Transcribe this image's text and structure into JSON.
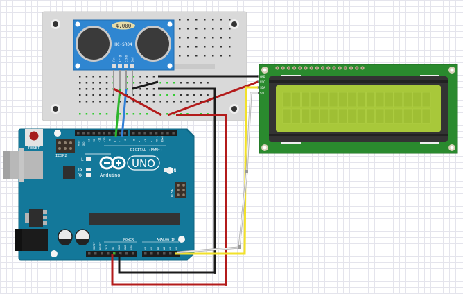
{
  "sensor": {
    "model_label": "HC-SR04",
    "display_value": "4.000",
    "pins": [
      "Vcc",
      "Trig",
      "Echo",
      "Gnd"
    ]
  },
  "lcd": {
    "pins": [
      "GND",
      "VCC",
      "SDA",
      "SCL"
    ],
    "backlight_color": "#a8c83a",
    "pcb_color": "#2a8a2e"
  },
  "arduino": {
    "reset_label": "RESET",
    "icsp2_label": "ICSP2",
    "icsp_label": "ICSP",
    "l_label": "L",
    "tx_label": "TX",
    "rx_label": "RX",
    "on_label": "ON",
    "logo_text": "Arduino",
    "uno_text": "UNO",
    "digital_label": "DIGITAL (PWM~)",
    "power_label": "POWER",
    "analog_label": "ANALOG IN",
    "digital_pins": [
      "AREF",
      "GND",
      "13",
      "12",
      "~11",
      "~10",
      "~9",
      "8",
      "7",
      "~6",
      "~5",
      "4",
      "~3",
      "2",
      "TX▸1",
      "RX◂0"
    ],
    "power_pins": [
      "IOREF",
      "RESET",
      "3V3",
      "5V",
      "GND",
      "GND",
      "VIN"
    ],
    "analog_pins": [
      "A0",
      "A1",
      "A2",
      "A3",
      "A4",
      "A5"
    ],
    "board_color": "#13789a"
  },
  "wires": {
    "colors": {
      "red": "#b31b1b",
      "black": "#1a1a1a",
      "green": "#2db52d",
      "blue": "#2f7fd6",
      "yellow": "#f2e12a",
      "white": "#e8e8e8"
    }
  }
}
